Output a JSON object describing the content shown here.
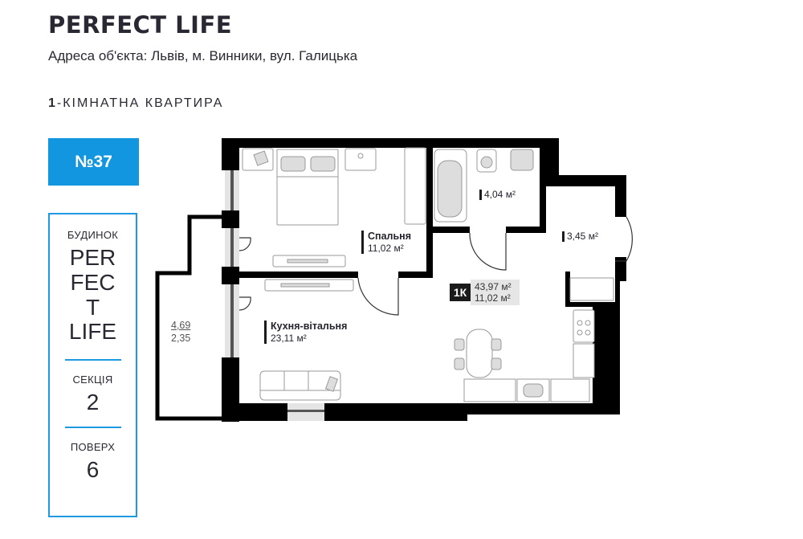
{
  "header": {
    "title": "PERFECT LIFE",
    "address": "Адреса об'єкта: Львів, м. Винники, вул. Галицька",
    "rooms_count": "1",
    "rooms_type": "-КІМНАТНА КВАРТИРА"
  },
  "apartment": {
    "number": "№37"
  },
  "info": {
    "building_label": "БУДИНОК",
    "building_lines": [
      "PER",
      "FEC",
      "T",
      "LIFE"
    ],
    "section_label": "СЕКЦІЯ",
    "section_value": "2",
    "floor_label": "ПОВЕРХ",
    "floor_value": "6"
  },
  "plan": {
    "bedroom": {
      "name": "Спальня",
      "area": "11,02 м²"
    },
    "kitchen_living": {
      "name": "Кухня-вітальня",
      "area": "23,11 м²"
    },
    "bathroom": {
      "area": "4,04 м²"
    },
    "hallway": {
      "area": "3,45 м²"
    },
    "balcony": {
      "area_total": "4,69",
      "area_counted": "2,35"
    },
    "summary": {
      "type": "1К",
      "total_area": "43,97 м²",
      "living_area": "11,02 м²"
    }
  },
  "colors": {
    "accent": "#1296e0",
    "wall": "#000000",
    "text": "#2a2933"
  }
}
